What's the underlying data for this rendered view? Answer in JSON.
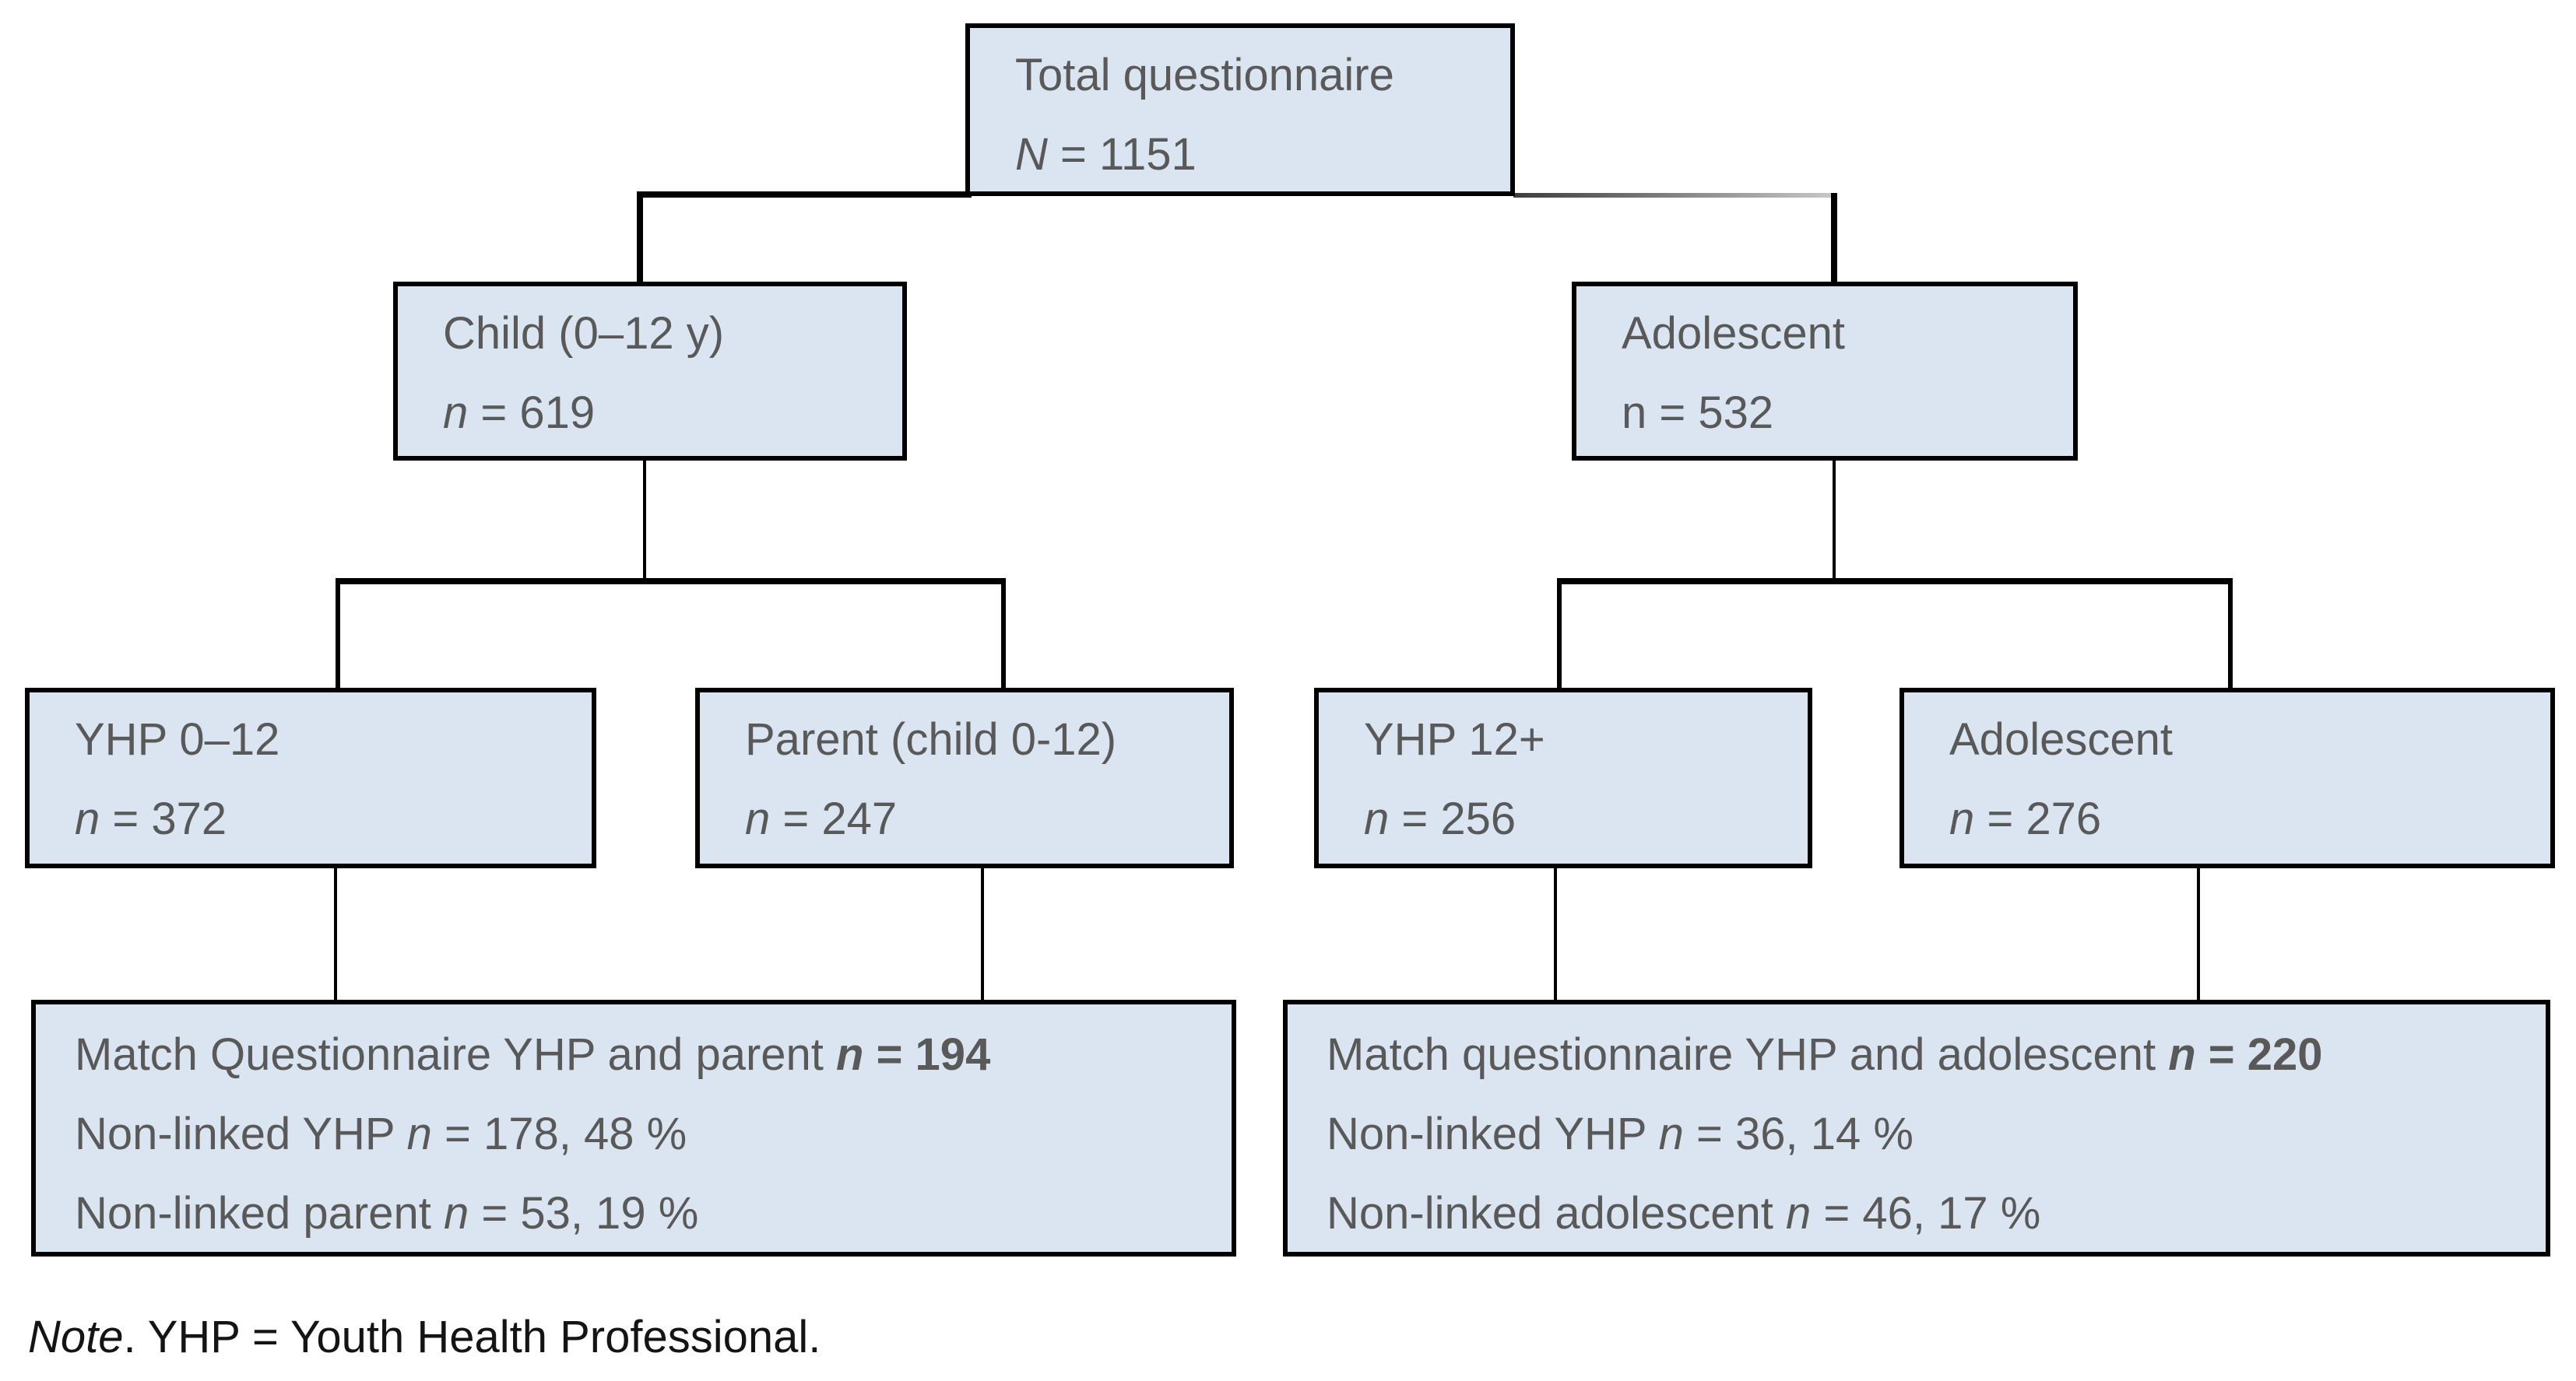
{
  "colors": {
    "box_fill": "#dbe5f1",
    "box_border": "#000000",
    "box_text": "#595959",
    "note_text": "#141414",
    "connector": "#000000",
    "connector_gradient_start": "#3d3d3d",
    "connector_gradient_end": "#c9c9c9"
  },
  "nodes": {
    "total": {
      "lines": [
        [
          {
            "t": "Total questionnaire"
          }
        ],
        [
          {
            "t": "N",
            "i": true
          },
          {
            "t": " = 1151"
          }
        ]
      ]
    },
    "child": {
      "lines": [
        [
          {
            "t": "Child (0–12 y)"
          }
        ],
        [
          {
            "t": "n",
            "i": true
          },
          {
            "t": " = 619"
          }
        ]
      ]
    },
    "adolescent": {
      "lines": [
        [
          {
            "t": "Adolescent"
          }
        ],
        [
          {
            "t": "n = 532"
          }
        ]
      ]
    },
    "yhp_0_12": {
      "lines": [
        [
          {
            "t": "YHP 0–12"
          }
        ],
        [
          {
            "t": "n",
            "i": true
          },
          {
            "t": " = 372"
          }
        ]
      ]
    },
    "parent": {
      "lines": [
        [
          {
            "t": "Parent (child 0-12)"
          }
        ],
        [
          {
            "t": "n",
            "i": true
          },
          {
            "t": " = 247"
          }
        ]
      ]
    },
    "yhp_12_plus": {
      "lines": [
        [
          {
            "t": "YHP 12+"
          }
        ],
        [
          {
            "t": "n",
            "i": true
          },
          {
            "t": " = 256"
          }
        ]
      ]
    },
    "adolescent_respondent": {
      "lines": [
        [
          {
            "t": "Adolescent"
          }
        ],
        [
          {
            "t": "n",
            "i": true
          },
          {
            "t": " = 276"
          }
        ]
      ]
    },
    "match_parent": {
      "lines": [
        [
          {
            "t": "Match Questionnaire YHP and parent "
          },
          {
            "t": "n",
            "i": true,
            "b": true
          },
          {
            "t": " = 194",
            "b": true
          }
        ],
        [
          {
            "t": "Non-linked YHP "
          },
          {
            "t": "n",
            "i": true
          },
          {
            "t": " = 178, 48 %"
          }
        ],
        [
          {
            "t": "Non-linked parent "
          },
          {
            "t": "n",
            "i": true
          },
          {
            "t": " = 53, 19 %"
          }
        ]
      ]
    },
    "match_adolescent": {
      "lines": [
        [
          {
            "t": "Match questionnaire YHP and adolescent "
          },
          {
            "t": "n",
            "i": true,
            "b": true
          },
          {
            "t": " = 220",
            "b": true
          }
        ],
        [
          {
            "t": "Non-linked YHP "
          },
          {
            "t": "n",
            "i": true
          },
          {
            "t": " = 36, 14 %"
          }
        ],
        [
          {
            "t": "Non-linked adolescent "
          },
          {
            "t": "n",
            "i": true
          },
          {
            "t": " = 46, 17 %"
          }
        ]
      ]
    }
  },
  "note": {
    "runs": [
      {
        "t": "Note",
        "i": true
      },
      {
        "t": ". YHP = Youth Health Professional."
      }
    ]
  }
}
